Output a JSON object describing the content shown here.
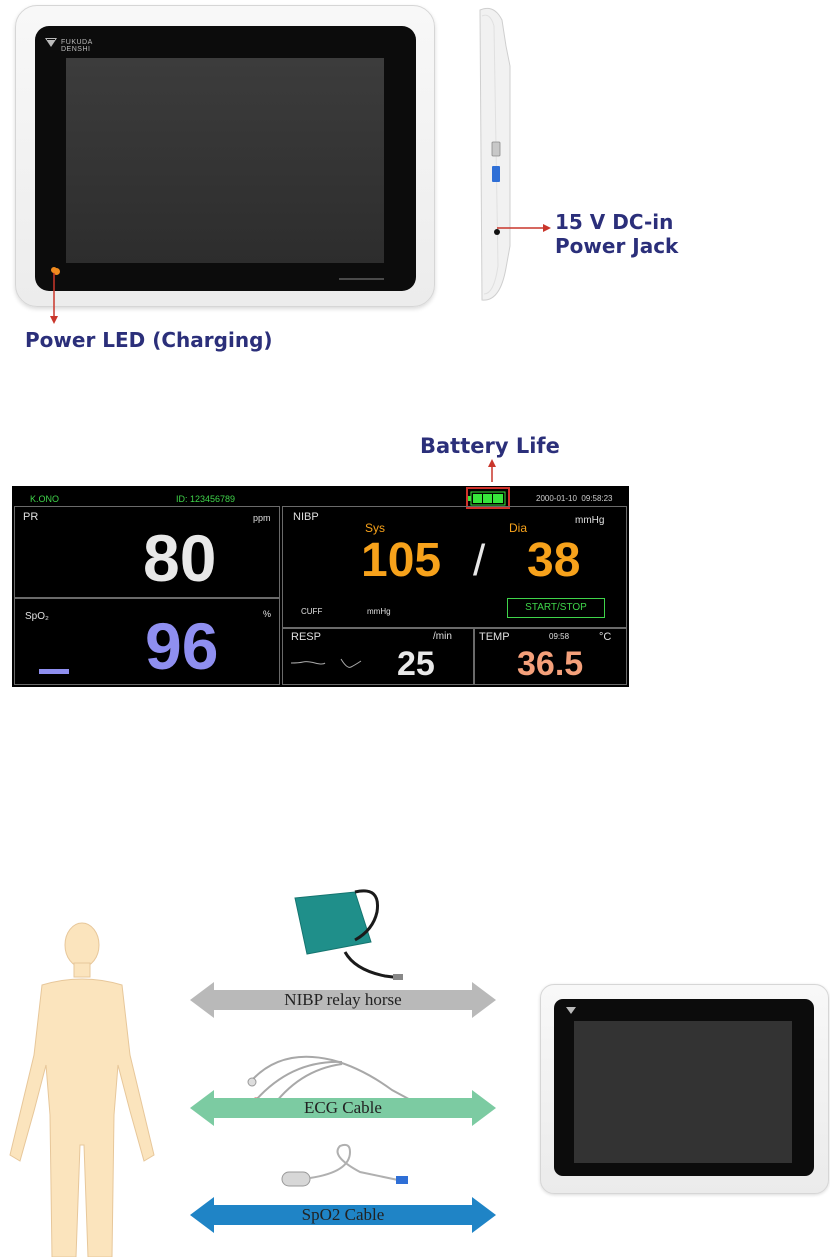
{
  "device_front": {
    "brand": "FUKUDA DENSHI",
    "power_led_label": "Power LED (Charging)"
  },
  "device_side": {
    "dc_label_line1": "15 V DC-in",
    "dc_label_line2": "Power Jack"
  },
  "battery_label": "Battery Life",
  "monitor": {
    "patient_name": "K.ONO",
    "patient_id": "ID: 123456789",
    "datetime": "2000-01-10  09:58:23",
    "pr": {
      "label": "PR",
      "unit": "ppm",
      "value": "80"
    },
    "spo2": {
      "label": "SpO₂",
      "unit": "%",
      "value": "96"
    },
    "nibp": {
      "label": "NIBP",
      "unit": "mmHg",
      "sys_label": "Sys",
      "dia_label": "Dia",
      "sys": "105",
      "slash": "/",
      "dia": "38",
      "cuff_label": "CUFF",
      "cuff_unit": "mmHg",
      "start_stop": "START/STOP"
    },
    "resp": {
      "label": "RESP",
      "unit": "/min",
      "value": "25"
    },
    "temp": {
      "label": "TEMP",
      "time": "09:58",
      "unit": "°C",
      "value": "36.5"
    },
    "colors": {
      "green": "#3fd44a",
      "orange": "#f7a21b",
      "spo2": "#8f8ff0",
      "temp": "#f4a07a",
      "battery": "#37e63b"
    }
  },
  "cables": [
    {
      "label": "NIBP relay horse",
      "color": "#b9b9b9"
    },
    {
      "label": "ECG Cable",
      "color": "#7ccba2"
    },
    {
      "label": "SpO2 Cable",
      "color": "#1f84c6"
    }
  ]
}
